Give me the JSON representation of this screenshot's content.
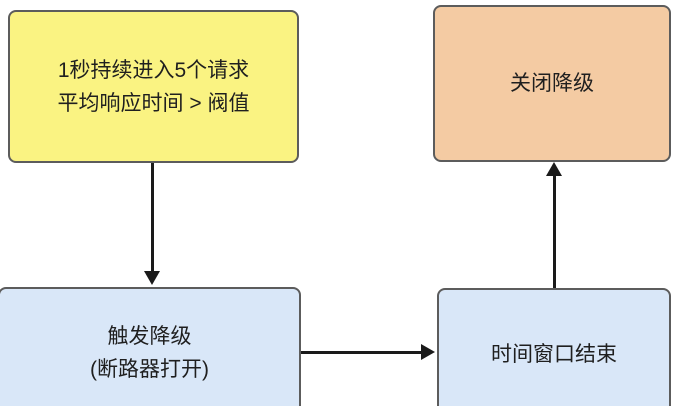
{
  "diagram": {
    "nodes": {
      "condition": {
        "line1": "1秒持续进入5个请求",
        "line2": "平均响应时间 > 阀值",
        "fill": "#FAF382",
        "border": "#5c5c5c"
      },
      "close_downgrade": {
        "label": "关闭降级",
        "fill": "#F4CBA3",
        "border": "#5c5c5c"
      },
      "trigger_downgrade": {
        "line1": "触发降级",
        "line2": "(断路器打开)",
        "fill": "#D9E7F8",
        "border": "#5c5c5c"
      },
      "time_window_end": {
        "label": "时间窗口结束",
        "fill": "#D9E7F8",
        "border": "#5c5c5c"
      }
    },
    "arrows": {
      "condition_to_trigger": "down",
      "trigger_to_time_window": "right",
      "time_window_to_close": "up"
    },
    "colors": {
      "arrow": "#1a1a1a",
      "background": "#ffffff",
      "text": "#1f1f1f"
    }
  }
}
